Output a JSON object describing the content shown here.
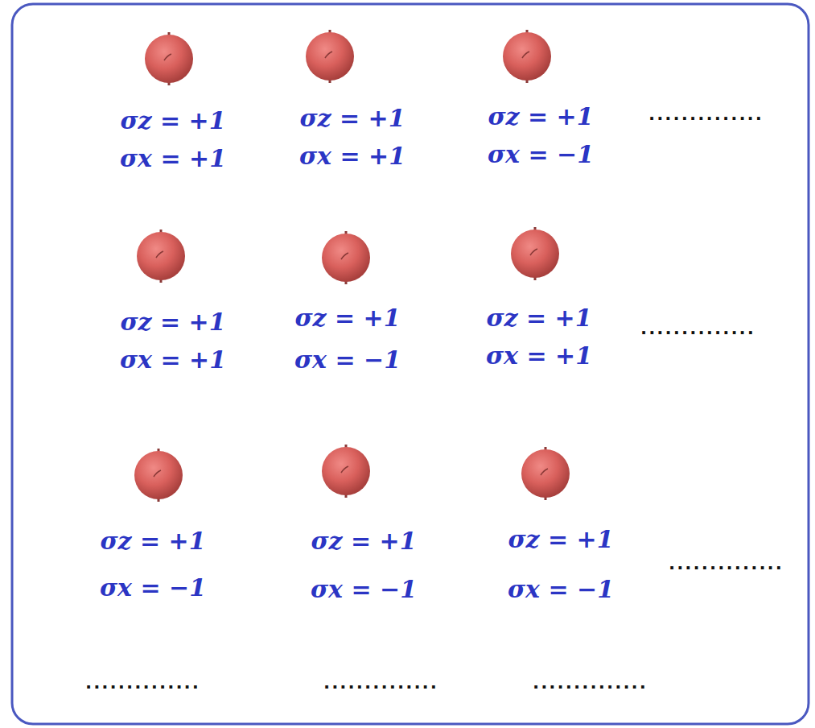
{
  "diagram": {
    "labels": [
      "σz = +1",
      "σx = +1",
      "σz = +1",
      "σx = +1",
      "σz = +1",
      "σx = −1",
      "..............",
      "σz = +1",
      "σx = +1",
      "σz = +1",
      "σx = −1",
      "σz = +1",
      "σx = +1",
      "..............",
      "σz = +1",
      "σx = −1",
      "σz = +1",
      "σx = −1",
      "σz = +1",
      "σx = −1",
      "..............",
      "..............",
      "..............",
      ".............."
    ]
  }
}
